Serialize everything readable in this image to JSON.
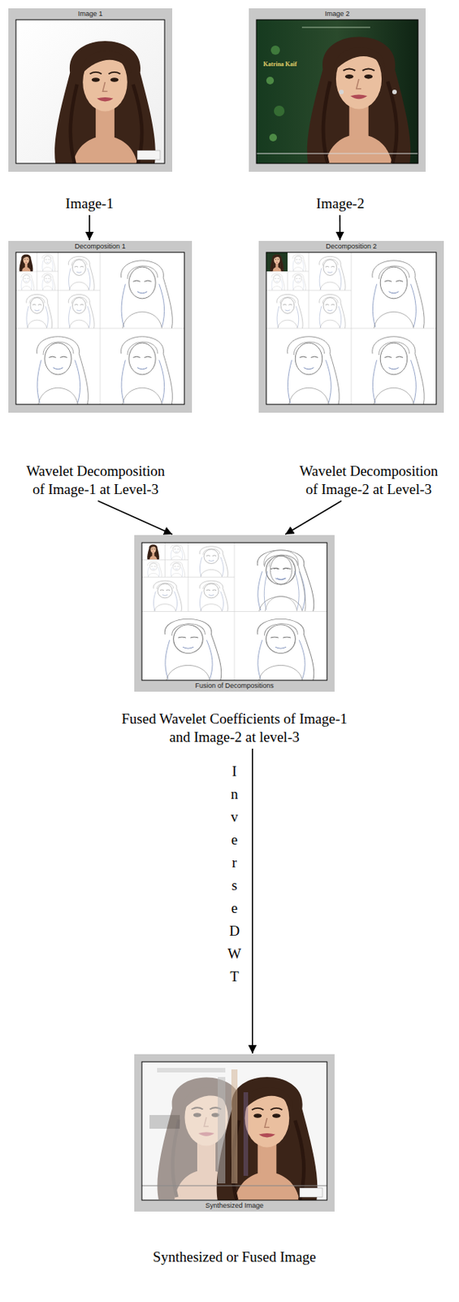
{
  "diagram": {
    "nodes": [
      {
        "text": [
          "Image 1",
          "Image-1"
        ]
      },
      {
        "text": [
          "Image 2",
          "Image-2"
        ]
      },
      {
        "text": [
          "Decomposition 1",
          "Wavelet Decomposition of Image-1 at Level-3"
        ]
      },
      {
        "text": [
          "Decomposition 2",
          "Wavelet Decomposition of Image-2 at Level-3"
        ]
      },
      {
        "text": [
          "Fusion of Decompositions",
          "Fused Wavelet Coefficients of Image-1 and Image-2 at level-3"
        ]
      },
      {
        "text": [
          "Synthesized Image",
          "Synthesized or Fused Image"
        ]
      }
    ],
    "edges": [
      {
        "from": 0,
        "to": 2,
        "arrow": "to"
      },
      {
        "from": 1,
        "to": 3,
        "arrow": "to"
      },
      {
        "from": 2,
        "to": 4,
        "arrow": "to"
      },
      {
        "from": 3,
        "to": 4,
        "arrow": "to"
      },
      {
        "from": 4,
        "to": 5,
        "arrow": "to",
        "label": "Inverse DWT"
      }
    ],
    "labels": [
      "Katrina Kaif"
    ]
  }
}
